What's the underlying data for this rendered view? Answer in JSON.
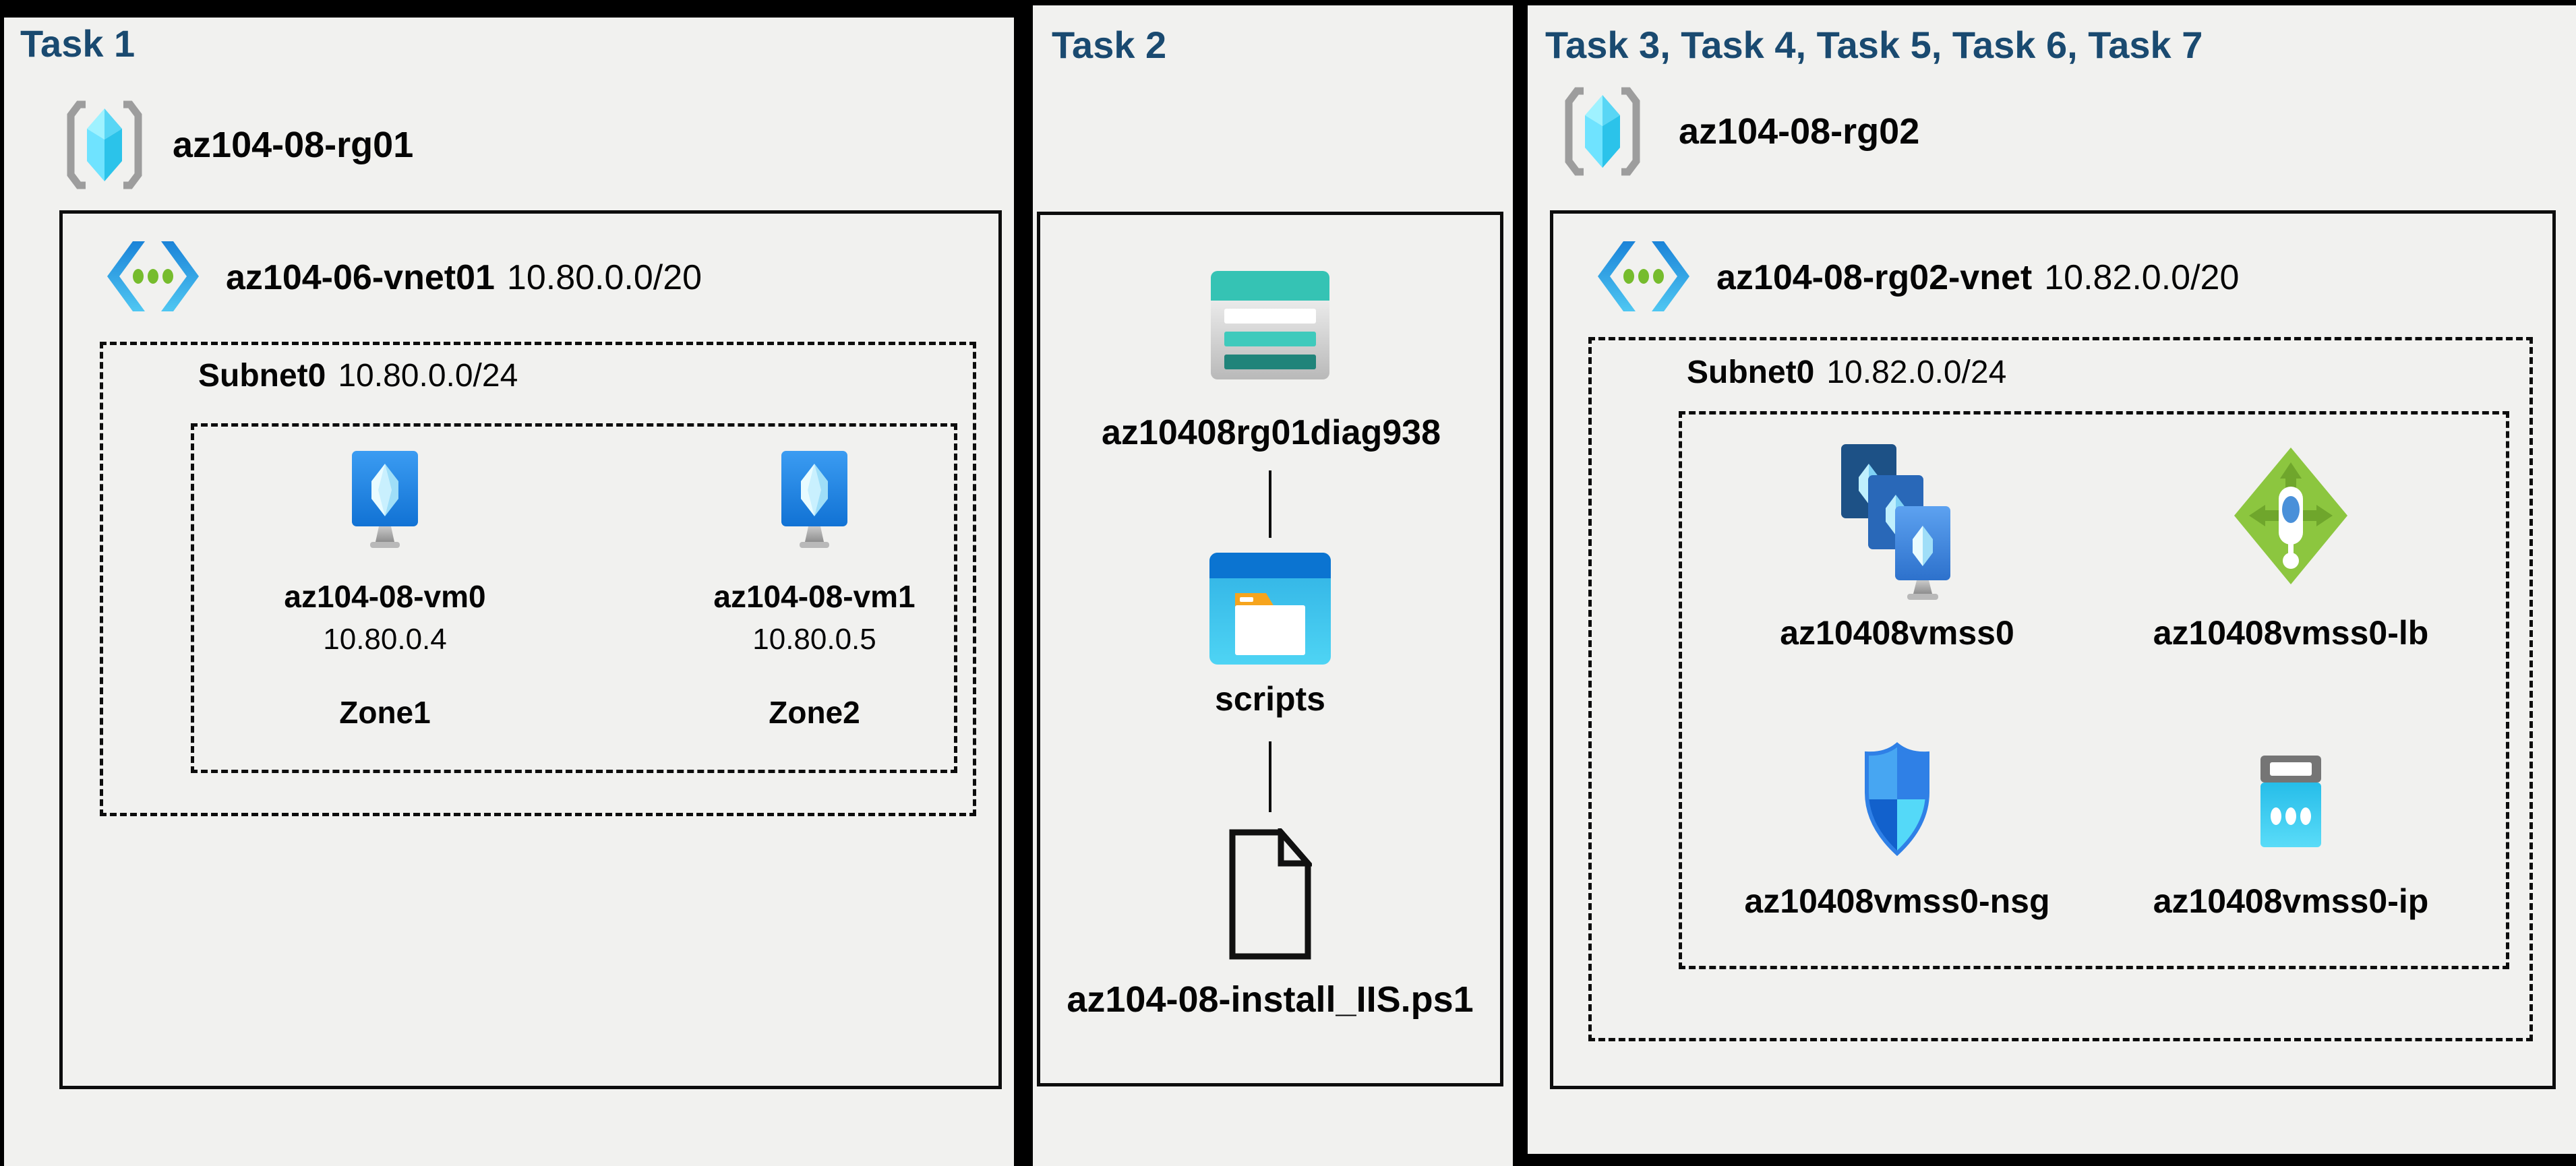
{
  "colors": {
    "canvas": "#000000",
    "panel_bg": "#f1f1ef",
    "heading": "#1a4a70",
    "label": "#050505",
    "azure_blue": "#0078d4",
    "azure_cyan": "#50e6ff",
    "vnet_dot_green": "#76bc2d",
    "lb_green": "#8cc63f",
    "storage_teal": "#35c3b4",
    "storage_teal_dark": "#20847a",
    "folder_orange": "#f6a41d"
  },
  "panels": [
    {
      "title": "Task 1",
      "resource_group": {
        "name": "az104-08-rg01",
        "icon": "resource-group-icon"
      },
      "vnet": {
        "name": "az104-06-vnet01",
        "cidr": "10.80.0.0/20",
        "icon": "virtual-network-icon"
      },
      "subnet": {
        "name": "Subnet0",
        "cidr": "10.80.0.0/24"
      },
      "vms": [
        {
          "name": "az104-08-vm0",
          "ip": "10.80.0.4",
          "zone": "Zone1",
          "icon": "virtual-machine-icon"
        },
        {
          "name": "az104-08-vm1",
          "ip": "10.80.0.5",
          "zone": "Zone2",
          "icon": "virtual-machine-icon"
        }
      ]
    },
    {
      "title": "Task 2",
      "storage_account": {
        "name": "az10408rg01diag938",
        "icon": "storage-account-icon"
      },
      "container": {
        "name": "scripts",
        "icon": "blob-container-icon"
      },
      "file": {
        "name": "az104-08-install_IIS.ps1",
        "icon": "file-icon"
      }
    },
    {
      "title": "Task 3, Task 4, Task 5, Task 6, Task 7",
      "resource_group": {
        "name": "az104-08-rg02",
        "icon": "resource-group-icon"
      },
      "vnet": {
        "name": "az104-08-rg02-vnet",
        "cidr": "10.82.0.0/20",
        "icon": "virtual-network-icon"
      },
      "subnet": {
        "name": "Subnet0",
        "cidr": "10.82.0.0/24"
      },
      "resources": [
        {
          "name": "az10408vmss0",
          "icon": "vm-scale-set-icon"
        },
        {
          "name": "az10408vmss0-lb",
          "icon": "load-balancer-icon"
        },
        {
          "name": "az10408vmss0-nsg",
          "icon": "network-security-group-icon"
        },
        {
          "name": "az10408vmss0-ip",
          "icon": "public-ip-icon"
        }
      ]
    }
  ]
}
